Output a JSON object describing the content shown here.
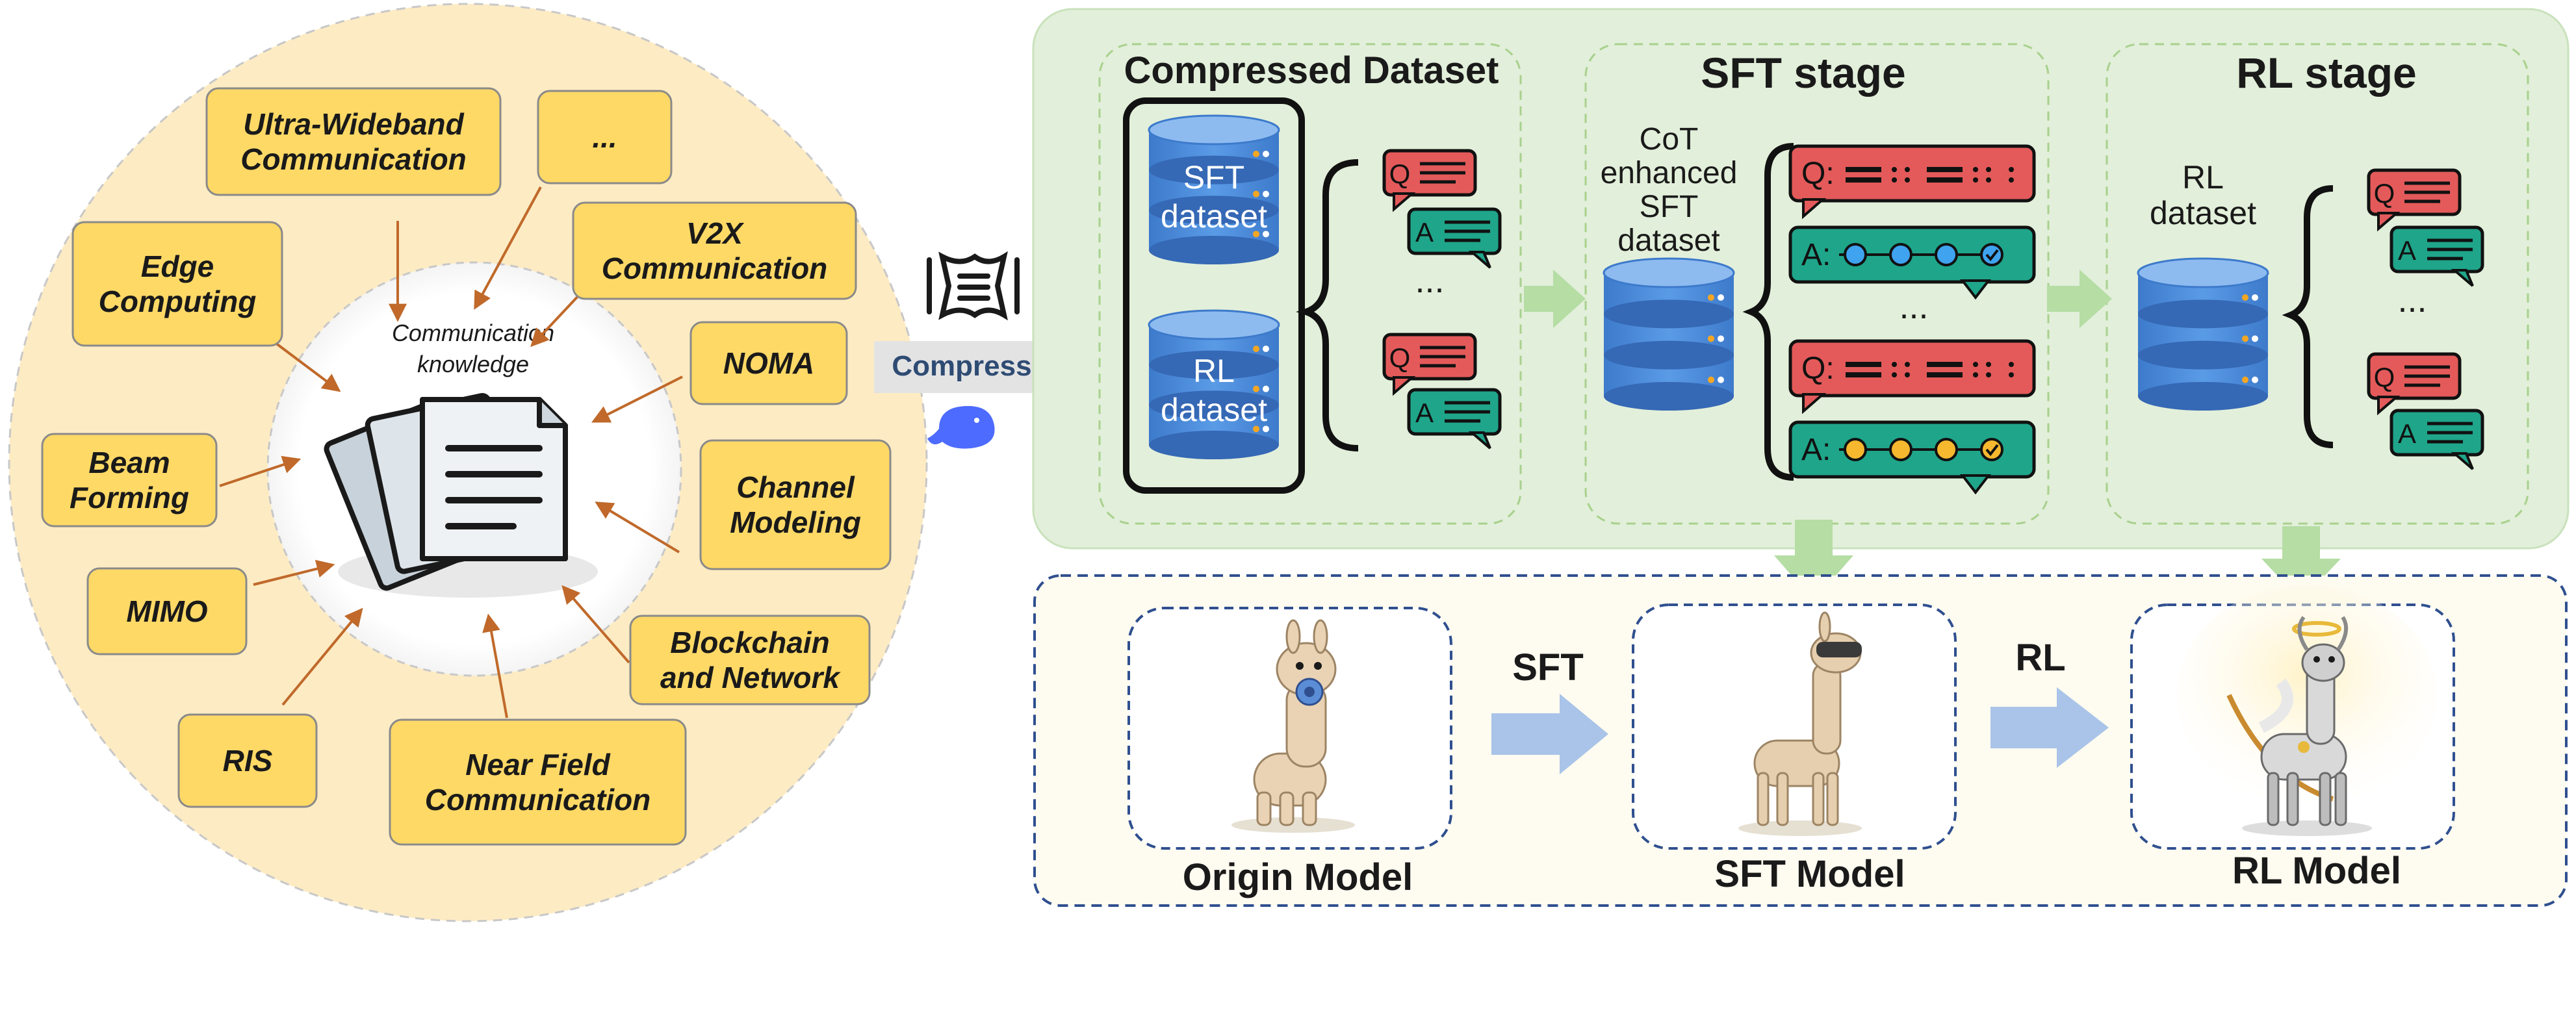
{
  "center": {
    "line1": "Communication",
    "line2": "knowledge"
  },
  "topics": [
    {
      "lines": [
        "Ultra-Wideband",
        "Communication"
      ]
    },
    {
      "lines": [
        "..."
      ]
    },
    {
      "lines": [
        "V2X",
        "Communication"
      ]
    },
    {
      "lines": [
        "Edge",
        "Computing"
      ]
    },
    {
      "lines": [
        "NOMA"
      ]
    },
    {
      "lines": [
        "Beam",
        "Forming"
      ]
    },
    {
      "lines": [
        "Channel",
        "Modeling"
      ]
    },
    {
      "lines": [
        "MIMO"
      ]
    },
    {
      "lines": [
        "Blockchain",
        "and Network"
      ]
    },
    {
      "lines": [
        "RIS"
      ]
    },
    {
      "lines": [
        "Near Field",
        "Communication"
      ]
    }
  ],
  "compress_label": "Compress",
  "compressed": {
    "title": "Compressed Dataset",
    "sft_db": [
      "SFT",
      "dataset"
    ],
    "rl_db": [
      "RL",
      "dataset"
    ],
    "q": "Q",
    "a": "A",
    "ellipsis": "..."
  },
  "sft_stage": {
    "title": "SFT stage",
    "db_label": [
      "CoT",
      "enhanced",
      "SFT",
      "dataset"
    ],
    "q": "Q:",
    "a": "A:",
    "ellipsis": "..."
  },
  "rl_stage": {
    "title": "RL stage",
    "db_label": [
      "RL",
      "dataset"
    ],
    "q": "Q",
    "a": "A",
    "ellipsis": "..."
  },
  "models": {
    "origin": "Origin Model",
    "sft": "SFT Model",
    "rl": "RL Model",
    "arrow_sft": "SFT",
    "arrow_rl": "RL"
  },
  "colors": {
    "topic_fill": "#FFD966",
    "outer_circle": "#FDEBC3",
    "green_panel": "#E2EFDA",
    "cream_panel": "#FEFBF0",
    "db_blue": "#4A8AD8",
    "q_red": "#E45A5A",
    "a_green": "#1FA58A",
    "arrow_green": "#B5DDA4",
    "arrow_blue": "#A9C4E8",
    "brown_arrow": "#C0692A"
  }
}
